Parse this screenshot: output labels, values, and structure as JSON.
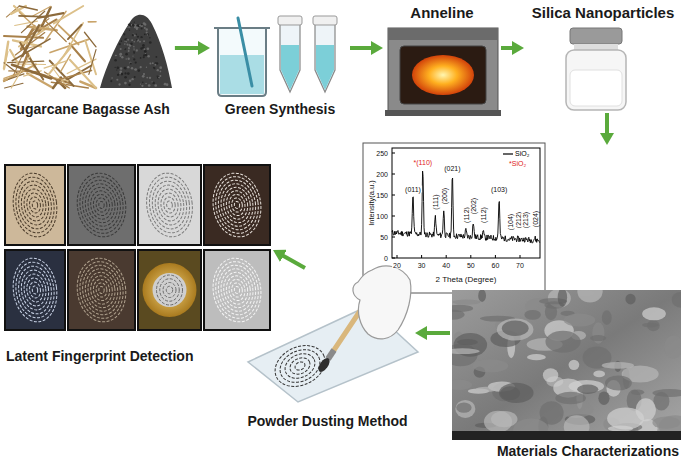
{
  "diagram": {
    "nodes": [
      {
        "text": [
          "Sugarcane Bagasse Ash"
        ]
      },
      {
        "text": [
          "Green Synthesis"
        ]
      },
      {
        "text": [
          "Anneline"
        ]
      },
      {
        "text": [
          "Silica Nanoparticles"
        ]
      },
      {
        "text": [
          "Materials Characterizations"
        ]
      },
      {
        "text": [
          "Powder Dusting Method"
        ]
      },
      {
        "text": [
          "Latent Fingerprint Detection"
        ]
      }
    ],
    "edges": [
      {
        "from": 0,
        "to": 1,
        "arrow": "to"
      },
      {
        "from": 1,
        "to": 2,
        "arrow": "to"
      },
      {
        "from": 2,
        "to": 3,
        "arrow": "to"
      },
      {
        "from": 3,
        "to": 4,
        "arrow": "to"
      },
      {
        "from": 4,
        "to": 5,
        "arrow": "to"
      },
      {
        "from": 5,
        "to": 6,
        "arrow": "to"
      }
    ],
    "labels": [
      "Intensity(a.u.)",
      "2 Theta (Degree)",
      "0",
      "50",
      "100",
      "150",
      "200",
      "250",
      "20",
      "30",
      "40",
      "50",
      "60",
      "70",
      "*SiO₂",
      "(011)",
      "*(110)",
      "(111)",
      "(200)",
      "(021)",
      "(112)",
      "(202)",
      "(112)",
      "(103)",
      "(104)",
      "(212)",
      "(213)",
      "(024)"
    ],
    "legend": [
      {
        "text": "SiO₂"
      }
    ]
  }
}
